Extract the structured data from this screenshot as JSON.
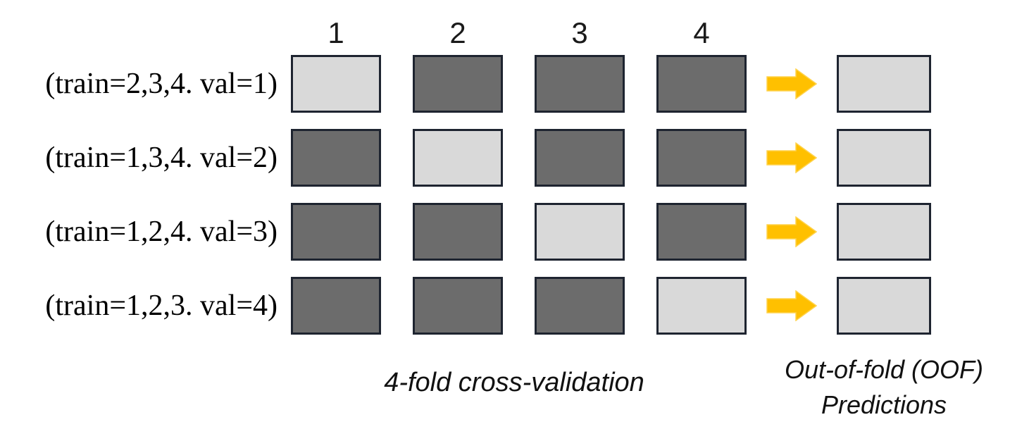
{
  "fold_headers": [
    "1",
    "2",
    "3",
    "4"
  ],
  "rows": [
    {
      "label": "(train=2,3,4. val=1)",
      "val_fold": 1
    },
    {
      "label": "(train=1,3,4. val=2)",
      "val_fold": 2
    },
    {
      "label": "(train=1,2,4. val=3)",
      "val_fold": 3
    },
    {
      "label": "(train=1,2,3. val=4)",
      "val_fold": 4
    }
  ],
  "captions": {
    "cv": "4-fold cross-validation",
    "oof": [
      "Out-of-fold (OOF)",
      "Predictions"
    ]
  },
  "icons": {
    "arrow": "right-block-arrow"
  },
  "colors": {
    "background": "#ffffff",
    "train_fill": "#6c6c6c",
    "val_fill": "#d9d9d9",
    "oof_fill": "#d9d9d9",
    "box_border": "#1e2430",
    "arrow_fill": "#ffc000",
    "arrow_edge": "#ffd34d",
    "text": "#000000"
  }
}
